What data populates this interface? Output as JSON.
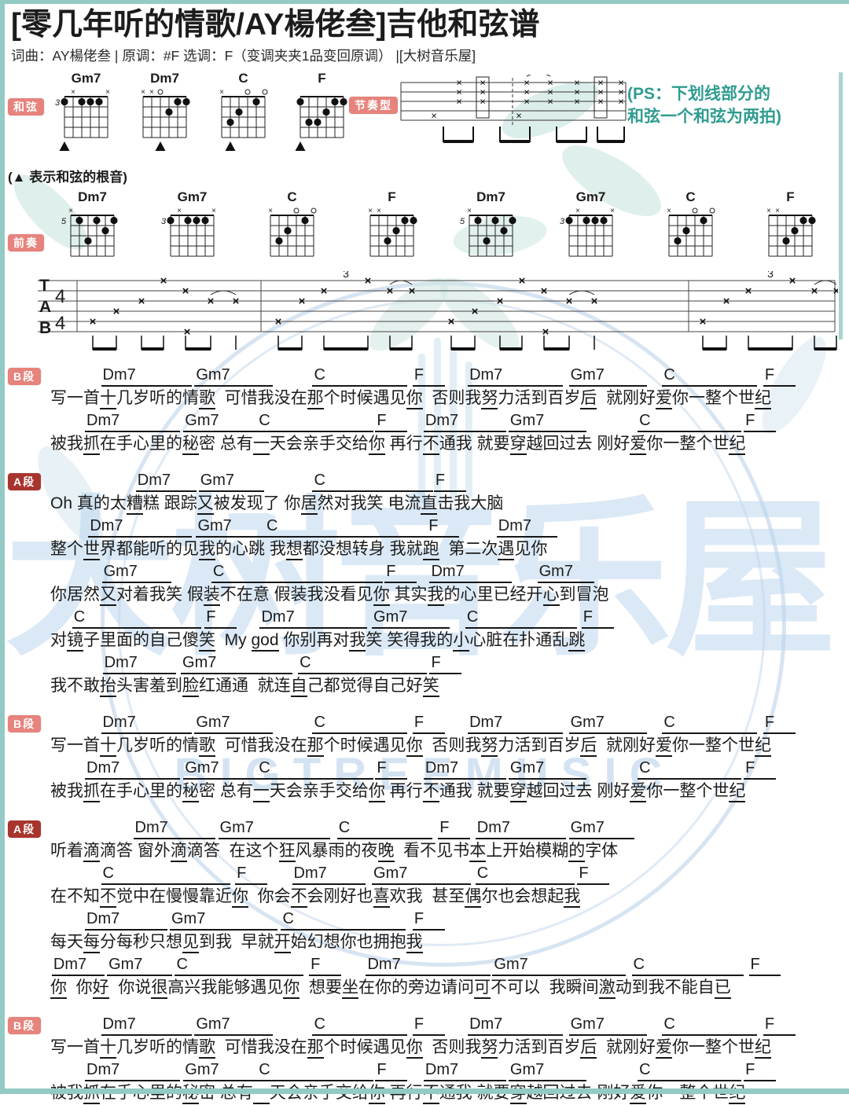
{
  "page": {
    "title": "[零几年听的情歌/AY楊佬叁]吉他和弦谱",
    "subtitle": "词曲：AY楊佬叁 | 原调：#F  选调：F（变调夹夹1品变回原调） |[大树音乐屋]",
    "root_note_hint": "(▲ 表示和弦的根音)",
    "ps_note_line1": "(PS：下划线部分的",
    "ps_note_line2": "和弦一个和弦为两拍)"
  },
  "labels": {
    "chords_badge": "和弦",
    "rhythm_badge": "节奏型",
    "intro_badge": "前奏"
  },
  "colors": {
    "accent_teal": "#2f9c90",
    "badge_pink": "#e5837c",
    "badge_dark_red": "#a8342e",
    "frame_teal": "#93cac4"
  },
  "watermark": {
    "cjk": "大树音乐屋",
    "latin": "BIGTREEMUSIC"
  },
  "chord_diagrams": {
    "main": [
      {
        "name": "Gm7",
        "base": "3",
        "tops": [
          "",
          "x",
          "",
          "",
          "",
          "x"
        ],
        "dots": [
          [
            1,
            1
          ],
          [
            3,
            1
          ],
          [
            4,
            1
          ],
          [
            5,
            1
          ]
        ],
        "root": 1
      },
      {
        "name": "Dm7",
        "base": "",
        "tops": [
          "x",
          "x",
          "o",
          "",
          "",
          ""
        ],
        "dots": [
          [
            5,
            1
          ],
          [
            6,
            1
          ],
          [
            4,
            2
          ]
        ],
        "root": 3
      },
      {
        "name": "C",
        "base": "",
        "tops": [
          "x",
          "",
          "",
          "o",
          "",
          "o"
        ],
        "dots": [
          [
            5,
            1
          ],
          [
            3,
            2
          ],
          [
            2,
            3
          ]
        ],
        "root": 2
      },
      {
        "name": "F",
        "base": "",
        "tops": [
          "",
          "",
          "",
          "",
          "",
          ""
        ],
        "dots": [
          [
            1,
            1
          ],
          [
            5,
            1
          ],
          [
            6,
            1
          ],
          [
            4,
            2
          ],
          [
            2,
            3
          ],
          [
            3,
            3
          ]
        ],
        "root": 1
      }
    ],
    "intro": [
      {
        "name": "Dm7",
        "base": "5",
        "tops": [
          "x",
          "",
          "",
          "",
          "",
          ""
        ],
        "dots": [
          [
            2,
            1
          ],
          [
            4,
            1
          ],
          [
            6,
            1
          ],
          [
            5,
            2
          ],
          [
            3,
            3
          ]
        ]
      },
      {
        "name": "Gm7",
        "base": "3",
        "tops": [
          "",
          "x",
          "",
          "",
          "",
          "x"
        ],
        "dots": [
          [
            1,
            1
          ],
          [
            3,
            1
          ],
          [
            4,
            1
          ],
          [
            5,
            1
          ]
        ]
      },
      {
        "name": "C",
        "base": "",
        "tops": [
          "x",
          "",
          "",
          "o",
          "",
          "o"
        ],
        "dots": [
          [
            5,
            1
          ],
          [
            3,
            2
          ],
          [
            2,
            3
          ]
        ]
      },
      {
        "name": "F",
        "base": "",
        "tops": [
          "x",
          "x",
          "",
          "",
          "",
          ""
        ],
        "dots": [
          [
            5,
            1
          ],
          [
            6,
            1
          ],
          [
            4,
            2
          ],
          [
            3,
            3
          ]
        ]
      },
      {
        "name": "Dm7",
        "base": "5",
        "tops": [
          "x",
          "",
          "",
          "",
          "",
          ""
        ],
        "dots": [
          [
            2,
            1
          ],
          [
            4,
            1
          ],
          [
            6,
            1
          ],
          [
            5,
            2
          ],
          [
            3,
            3
          ]
        ]
      },
      {
        "name": "Gm7",
        "base": "3",
        "tops": [
          "",
          "x",
          "",
          "",
          "",
          "x"
        ],
        "dots": [
          [
            1,
            1
          ],
          [
            3,
            1
          ],
          [
            4,
            1
          ],
          [
            5,
            1
          ]
        ]
      },
      {
        "name": "C",
        "base": "",
        "tops": [
          "x",
          "",
          "",
          "o",
          "",
          "o"
        ],
        "dots": [
          [
            5,
            1
          ],
          [
            3,
            2
          ],
          [
            2,
            3
          ]
        ]
      },
      {
        "name": "F",
        "base": "",
        "tops": [
          "x",
          "x",
          "",
          "",
          "",
          ""
        ],
        "dots": [
          [
            5,
            1
          ],
          [
            6,
            1
          ],
          [
            4,
            2
          ],
          [
            3,
            3
          ]
        ]
      }
    ]
  },
  "tab": {
    "labels": [
      "T",
      "A",
      "B"
    ],
    "time_top": "4",
    "time_bottom": "4",
    "triplet": "3"
  },
  "sections": [
    {
      "badge": "B段",
      "style": "pink",
      "rows": [
        {
          "chords": [
            {
              "n": "Dm7",
              "x": 11.9,
              "w": 10.5
            },
            {
              "n": "Gm7",
              "x": 22.9,
              "w": 9.0
            },
            {
              "n": "C",
              "x": 36.8,
              "w": 11.0
            },
            {
              "n": "F",
              "x": 48.6,
              "w": 3.6
            },
            {
              "n": "Dm7",
              "x": 55.1,
              "w": 11.0
            },
            {
              "n": "Gm7",
              "x": 67.0,
              "w": 9.0
            },
            {
              "n": "C",
              "x": 78.0,
              "w": 11.0
            },
            {
              "n": "F",
              "x": 89.9,
              "w": 3.6
            }
          ],
          "lyric": "写一首_十_几岁听的情_歌_  可惜我没在_那_个时候遇见_你_  否则我_努_力活到百岁_后_  就刚好_爱_你一整个世_纪_"
        },
        {
          "chords": [
            {
              "n": "Dm7",
              "x": 10.0,
              "w": 11.0
            },
            {
              "n": "Gm7",
              "x": 21.6,
              "w": 8.5
            },
            {
              "n": "C",
              "x": 30.3,
              "w": 13.5
            },
            {
              "n": "F",
              "x": 44.2,
              "w": 3.6
            },
            {
              "n": "Dm7",
              "x": 49.9,
              "w": 9.5
            },
            {
              "n": "Gm7",
              "x": 59.9,
              "w": 9.0
            },
            {
              "n": "C",
              "x": 75.1,
              "w": 12.0
            },
            {
              "n": "F",
              "x": 87.6,
              "w": 3.6
            }
          ],
          "lyric": "被我_抓_在手心里的_秘_密 总有_一_天会亲手交给_你_ 再行_不_通我 就要_穿_越回过去 刚好_爱_你一整个世_纪_"
        }
      ]
    },
    {
      "badge": "A段",
      "style": "dark",
      "rows": [
        {
          "chords": [
            {
              "n": "Dm7",
              "x": 16.0,
              "w": 7.0
            },
            {
              "n": "Gm7",
              "x": 23.4,
              "w": 7.5
            },
            {
              "n": "C",
              "x": 36.8,
              "w": 14.0
            },
            {
              "n": "F",
              "x": 51.1,
              "w": 3.6
            }
          ],
          "lyric": "Oh 真的太_糟_糕 跟踪_又_被发现了 你_居_然对我笑 电流_直_击我大脑"
        },
        {
          "chords": [
            {
              "n": "Dm7",
              "x": 10.4,
              "w": 12.0
            },
            {
              "n": "Gm7",
              "x": 23.1,
              "w": 8.0
            },
            {
              "n": "C",
              "x": 31.2,
              "w": 19.0
            },
            {
              "n": "F",
              "x": 50.3,
              "w": 3.6
            },
            {
              "n": "Dm7",
              "x": 58.5,
              "w": 7.0
            }
          ],
          "lyric": "整个_世_界都能听的见_我_的心跳 我_想_都没想转身 我就_跑_  第二次_遇_见你"
        },
        {
          "chords": [
            {
              "n": "Gm7",
              "x": 12.0,
              "w": 8.0
            },
            {
              "n": "C",
              "x": 24.9,
              "w": 20.0
            },
            {
              "n": "F",
              "x": 45.3,
              "w": 3.6
            },
            {
              "n": "Dm7",
              "x": 50.6,
              "w": 9.5
            },
            {
              "n": "Gm7",
              "x": 63.3,
              "w": 6.5
            }
          ],
          "lyric": "你居然_又_对着我笑 假_装_不在意 假装我没看见_你_ 其实_我_的心里已经开_心_到冒泡"
        },
        {
          "chords": [
            {
              "n": "C",
              "x": 8.5,
              "w": 15.0
            },
            {
              "n": "F",
              "x": 24.1,
              "w": 3.6
            },
            {
              "n": "Dm7",
              "x": 30.6,
              "w": 12.5
            },
            {
              "n": "Gm7",
              "x": 43.8,
              "w": 9.0
            },
            {
              "n": "C",
              "x": 54.8,
              "w": 13.0
            },
            {
              "n": "F",
              "x": 68.5,
              "w": 3.6
            }
          ],
          "lyric": "对_镜_子里面的自己傻_笑_  My _god_ 你别再对_我_笑 笑得我的_小_心脏在扑通乱_跳_"
        },
        {
          "chords": [
            {
              "n": "Dm7",
              "x": 12.1,
              "w": 8.5
            },
            {
              "n": "Gm7",
              "x": 21.3,
              "w": 13.0
            },
            {
              "n": "C",
              "x": 35.1,
              "w": 15.0
            },
            {
              "n": "F",
              "x": 50.6,
              "w": 3.6
            }
          ],
          "lyric": "我不敢_抬_头害羞到_脸_红通通  就连_自_己都觉得自己好_笑_"
        }
      ]
    },
    {
      "badge": "B段",
      "style": "pink",
      "rows": [
        {
          "chords": [
            {
              "n": "Dm7",
              "x": 11.9,
              "w": 10.5
            },
            {
              "n": "Gm7",
              "x": 22.9,
              "w": 9.0
            },
            {
              "n": "C",
              "x": 36.8,
              "w": 11.0
            },
            {
              "n": "F",
              "x": 48.6,
              "w": 3.6
            },
            {
              "n": "Dm7",
              "x": 55.1,
              "w": 11.0
            },
            {
              "n": "Gm7",
              "x": 67.0,
              "w": 9.0
            },
            {
              "n": "C",
              "x": 78.0,
              "w": 11.0
            },
            {
              "n": "F",
              "x": 89.9,
              "w": 3.6
            }
          ],
          "lyric": "写一首_十_几岁听的情_歌_  可惜我没在_那_个时候遇见_你_  否则我_努_力活到百岁_后_  就刚好_爱_你一整个世_纪_"
        },
        {
          "chords": [
            {
              "n": "Dm7",
              "x": 10.0,
              "w": 11.0
            },
            {
              "n": "Gm7",
              "x": 21.6,
              "w": 8.5
            },
            {
              "n": "C",
              "x": 30.3,
              "w": 13.5
            },
            {
              "n": "F",
              "x": 44.2,
              "w": 3.6
            },
            {
              "n": "Dm7",
              "x": 49.9,
              "w": 9.5
            },
            {
              "n": "Gm7",
              "x": 59.9,
              "w": 9.0
            },
            {
              "n": "C",
              "x": 75.1,
              "w": 12.0
            },
            {
              "n": "F",
              "x": 87.6,
              "w": 3.6
            }
          ],
          "lyric": "被我_抓_在手心里的_秘_密 总有_一_天会亲手交给_你_ 再行_不_通我 就要_穿_越回过去 刚好_爱_你一整个世_纪_"
        }
      ]
    },
    {
      "badge": "A段",
      "style": "dark",
      "rows": [
        {
          "chords": [
            {
              "n": "Dm7",
              "x": 15.7,
              "w": 9.5
            },
            {
              "n": "Gm7",
              "x": 25.7,
              "w": 13.0
            },
            {
              "n": "C",
              "x": 39.7,
              "w": 11.0
            },
            {
              "n": "F",
              "x": 51.6,
              "w": 3.6
            },
            {
              "n": "Dm7",
              "x": 56.0,
              "w": 10.5
            },
            {
              "n": "Gm7",
              "x": 67.0,
              "w": 7.5
            }
          ],
          "lyric": "听着_滴_滴答 窗外_滴_滴答  在这个_狂_风暴雨的夜_晚_  看不见书_本_上开始模糊_的_字体"
        },
        {
          "chords": [
            {
              "n": "C",
              "x": 11.9,
              "w": 15.0
            },
            {
              "n": "F",
              "x": 27.7,
              "w": 3.6
            },
            {
              "n": "Dm7",
              "x": 34.4,
              "w": 8.5
            },
            {
              "n": "Gm7",
              "x": 43.8,
              "w": 11.5
            },
            {
              "n": "C",
              "x": 56.0,
              "w": 11.5
            },
            {
              "n": "F",
              "x": 68.0,
              "w": 3.6
            }
          ],
          "lyric": "在不知_不_觉中在慢慢靠近_你_  你会_不_会刚好也_喜_欢我  甚至_偶_尔也会想起_我_"
        },
        {
          "chords": [
            {
              "n": "Dm7",
              "x": 10.0,
              "w": 9.5
            },
            {
              "n": "Gm7",
              "x": 20.0,
              "w": 12.5
            },
            {
              "n": "C",
              "x": 33.1,
              "w": 14.5
            },
            {
              "n": "F",
              "x": 48.6,
              "w": 3.6
            }
          ],
          "lyric": "每天_每_分每秒只想_见_到我  早就_开_始幻想你也拥抱_我_"
        },
        {
          "chords": [
            {
              "n": "Dm7",
              "x": 6.1,
              "w": 6.0
            },
            {
              "n": "Gm7",
              "x": 12.6,
              "w": 7.5
            },
            {
              "n": "C",
              "x": 20.6,
              "w": 15.0
            },
            {
              "n": "F",
              "x": 36.4,
              "w": 3.6
            },
            {
              "n": "Dm7",
              "x": 43.1,
              "w": 14.5
            },
            {
              "n": "Gm7",
              "x": 58.0,
              "w": 15.5
            },
            {
              "n": "C",
              "x": 74.4,
              "w": 13.0
            },
            {
              "n": "F",
              "x": 88.2,
              "w": 3.6
            }
          ],
          "lyric": "_你_  你_好_  你说_很_高兴我能够遇见_你_  想要_坐_在你的旁边请问_可_不可以  我瞬间_激_动到我不能自_已_"
        }
      ]
    },
    {
      "badge": "B段",
      "style": "pink",
      "rows": [
        {
          "chords": [
            {
              "n": "Dm7",
              "x": 11.9,
              "w": 10.5
            },
            {
              "n": "Gm7",
              "x": 22.9,
              "w": 9.0
            },
            {
              "n": "C",
              "x": 36.8,
              "w": 11.0
            },
            {
              "n": "F",
              "x": 48.6,
              "w": 3.6
            },
            {
              "n": "Dm7",
              "x": 55.1,
              "w": 11.0
            },
            {
              "n": "Gm7",
              "x": 67.0,
              "w": 9.0
            },
            {
              "n": "C",
              "x": 78.0,
              "w": 11.0
            },
            {
              "n": "F",
              "x": 89.9,
              "w": 3.6
            }
          ],
          "lyric": "写一首_十_几岁听的情_歌_  可惜我没在_那_个时候遇见_你_  否则我_努_力活到百岁_后_  就刚好_爱_你一整个世_纪_"
        },
        {
          "chords": [
            {
              "n": "Dm7",
              "x": 10.0,
              "w": 11.0
            },
            {
              "n": "Gm7",
              "x": 21.6,
              "w": 8.5
            },
            {
              "n": "C",
              "x": 30.3,
              "w": 13.5
            },
            {
              "n": "F",
              "x": 44.2,
              "w": 3.6
            },
            {
              "n": "Dm7",
              "x": 49.9,
              "w": 9.5
            },
            {
              "n": "Gm7",
              "x": 59.9,
              "w": 9.0
            },
            {
              "n": "C",
              "x": 75.1,
              "w": 12.0
            },
            {
              "n": "F",
              "x": 87.6,
              "w": 3.6
            }
          ],
          "lyric": "被我_抓_在手心里的_秘_密 总有_一_天会亲手交给_你_ 再行_不_通我 就要_穿_越回过去 刚好_爱_你一整个世_纪_"
        }
      ]
    }
  ]
}
